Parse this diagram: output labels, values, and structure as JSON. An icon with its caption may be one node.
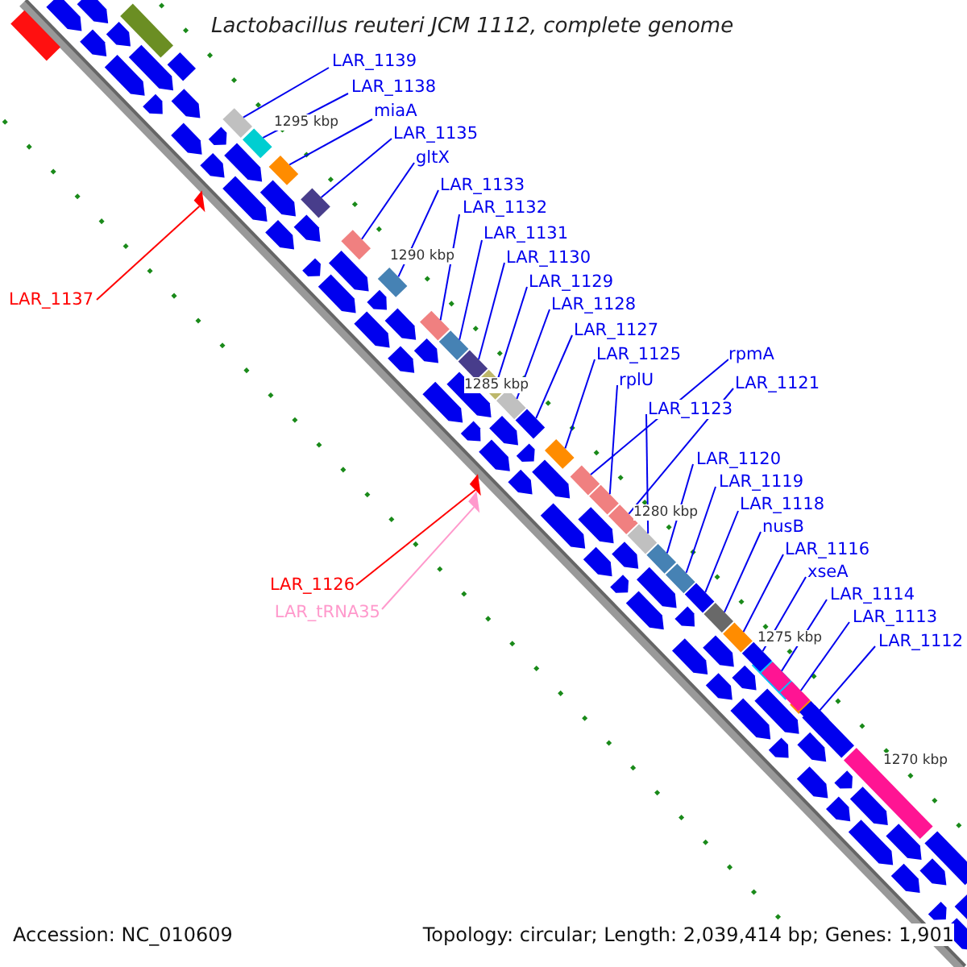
{
  "diagram": {
    "title": "Lactobacillus reuteri JCM 1112, complete genome",
    "nodes": [
      {
        "text": [
          "LAR_1139"
        ]
      },
      {
        "text": [],
        "shape": "box"
      },
      {
        "text": [
          "LAR_1138"
        ]
      },
      {
        "text": [],
        "shape": "box"
      },
      {
        "text": [
          "miaA"
        ]
      },
      {
        "text": [],
        "shape": "box"
      },
      {
        "text": [
          "LAR_1135"
        ]
      },
      {
        "text": [],
        "shape": "box"
      },
      {
        "text": [
          "gltX"
        ]
      },
      {
        "text": [],
        "shape": "box"
      },
      {
        "text": [
          "LAR_1133"
        ]
      },
      {
        "text": [],
        "shape": "box"
      },
      {
        "text": [
          "LAR_1132"
        ]
      },
      {
        "text": [],
        "shape": "box"
      },
      {
        "text": [
          "LAR_1131"
        ]
      },
      {
        "text": [],
        "shape": "box"
      },
      {
        "text": [
          "LAR_1130"
        ]
      },
      {
        "text": [],
        "shape": "box"
      },
      {
        "text": [
          "LAR_1129"
        ]
      },
      {
        "text": [],
        "shape": "box"
      },
      {
        "text": [
          "LAR_1128"
        ]
      },
      {
        "text": [],
        "shape": "box"
      },
      {
        "text": [
          "LAR_1127"
        ]
      },
      {
        "text": [],
        "shape": "box"
      },
      {
        "text": [
          "LAR_1125"
        ]
      },
      {
        "text": [],
        "shape": "box"
      },
      {
        "text": [
          "rpmA"
        ]
      },
      {
        "text": [],
        "shape": "box"
      },
      {
        "text": [
          "rplU"
        ]
      },
      {
        "text": [],
        "shape": "box"
      },
      {
        "text": [
          "LAR_1121"
        ]
      },
      {
        "text": [],
        "shape": "box"
      },
      {
        "text": [
          "LAR_1123"
        ]
      },
      {
        "text": [],
        "shape": "box"
      },
      {
        "text": [
          "LAR_1120"
        ]
      },
      {
        "text": [],
        "shape": "box"
      },
      {
        "text": [
          "LAR_1119"
        ]
      },
      {
        "text": [],
        "shape": "box"
      },
      {
        "text": [
          "LAR_1118"
        ]
      },
      {
        "text": [],
        "shape": "box"
      },
      {
        "text": [
          "nusB"
        ]
      },
      {
        "text": [],
        "shape": "box"
      },
      {
        "text": [
          "LAR_1116"
        ]
      },
      {
        "text": [],
        "shape": "box"
      },
      {
        "text": [
          "xseA"
        ]
      },
      {
        "text": [],
        "shape": "box"
      },
      {
        "text": [
          "LAR_1114"
        ]
      },
      {
        "text": [],
        "shape": "box"
      },
      {
        "text": [
          "LAR_1113"
        ]
      },
      {
        "text": [],
        "shape": "box"
      },
      {
        "text": [
          "LAR_1112"
        ]
      },
      {
        "text": [],
        "shape": "box"
      },
      {
        "text": [
          "LAR_1137"
        ]
      },
      {
        "text": [],
        "shape": "triangle"
      },
      {
        "text": [
          "LAR_1126"
        ]
      },
      {
        "text": [],
        "shape": "triangle"
      },
      {
        "text": [
          "LAR_tRNA35"
        ]
      },
      {
        "text": [],
        "shape": "triangle"
      }
    ],
    "edges": [
      {
        "from": 0,
        "to": 1,
        "arrow": "none"
      },
      {
        "from": 2,
        "to": 3,
        "arrow": "none"
      },
      {
        "from": 4,
        "to": 5,
        "arrow": "none"
      },
      {
        "from": 6,
        "to": 7,
        "arrow": "none"
      },
      {
        "from": 8,
        "to": 9,
        "arrow": "none"
      },
      {
        "from": 10,
        "to": 11,
        "arrow": "none"
      },
      {
        "from": 12,
        "to": 13,
        "arrow": "none"
      },
      {
        "from": 14,
        "to": 15,
        "arrow": "none"
      },
      {
        "from": 16,
        "to": 17,
        "arrow": "none"
      },
      {
        "from": 18,
        "to": 19,
        "arrow": "none"
      },
      {
        "from": 20,
        "to": 21,
        "arrow": "none"
      },
      {
        "from": 22,
        "to": 23,
        "arrow": "none"
      },
      {
        "from": 24,
        "to": 25,
        "arrow": "none"
      },
      {
        "from": 26,
        "to": 27,
        "arrow": "none"
      },
      {
        "from": 28,
        "to": 29,
        "arrow": "none"
      },
      {
        "from": 30,
        "to": 31,
        "arrow": "none"
      },
      {
        "from": 32,
        "to": 33,
        "arrow": "none"
      },
      {
        "from": 34,
        "to": 35,
        "arrow": "none"
      },
      {
        "from": 36,
        "to": 37,
        "arrow": "none"
      },
      {
        "from": 38,
        "to": 39,
        "arrow": "none"
      },
      {
        "from": 40,
        "to": 41,
        "arrow": "none"
      },
      {
        "from": 42,
        "to": 43,
        "arrow": "none"
      },
      {
        "from": 44,
        "to": 45,
        "arrow": "none"
      },
      {
        "from": 46,
        "to": 47,
        "arrow": "none"
      },
      {
        "from": 48,
        "to": 49,
        "arrow": "none"
      },
      {
        "from": 50,
        "to": 51,
        "arrow": "none"
      },
      {
        "from": 52,
        "to": 53,
        "arrow": "none",
        "color": "#ff0000"
      },
      {
        "from": 54,
        "to": 55,
        "arrow": "none",
        "color": "#ff0000"
      },
      {
        "from": 56,
        "to": 57,
        "arrow": "none",
        "color": "#ff99cc"
      }
    ],
    "labels": [
      "1295 kbp",
      "1290 kbp",
      "1285 kbp",
      "1280 kbp",
      "1275 kbp",
      "1270 kbp",
      "Accession: NC_010609",
      "Topology: circular; Length: 2,039,414 bp; Genes: 1,901"
    ]
  }
}
